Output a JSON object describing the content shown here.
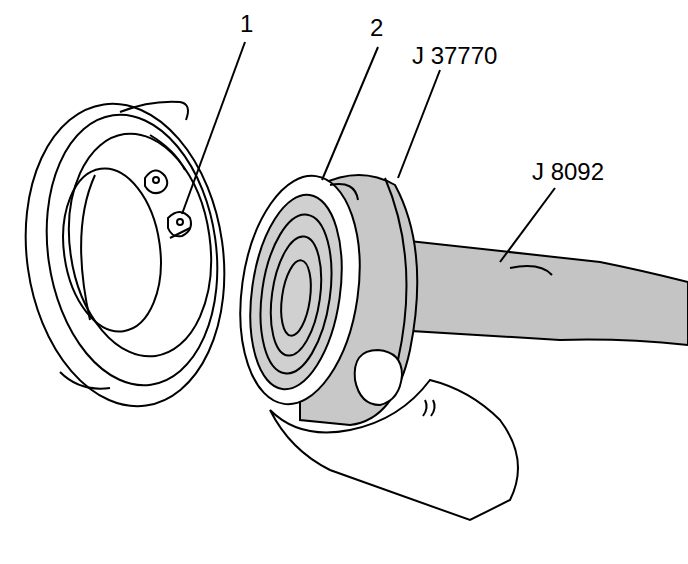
{
  "diagram": {
    "labels": [
      "1",
      "2",
      "J 37770",
      "J 8092"
    ]
  }
}
